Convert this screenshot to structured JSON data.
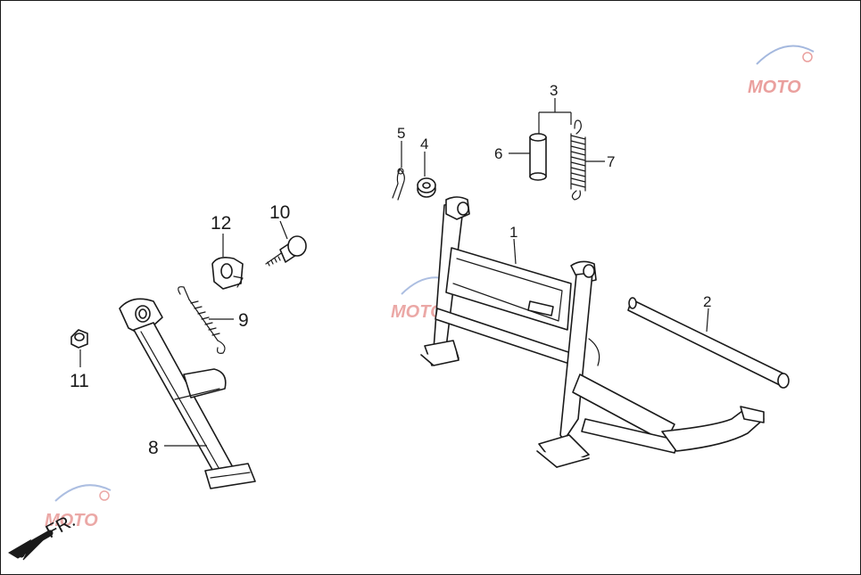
{
  "callouts": {
    "c1": "1",
    "c2": "2",
    "c3": "3",
    "c4": "4",
    "c5": "5",
    "c6": "6",
    "c7": "7",
    "c8": "8",
    "c9": "9",
    "c10": "10",
    "c11": "11",
    "c12": "12"
  },
  "direction": {
    "label": "FR."
  },
  "watermark": {
    "text": "MOTO",
    "color_primary": "#d9534f",
    "color_accent": "#5b7fc4"
  }
}
